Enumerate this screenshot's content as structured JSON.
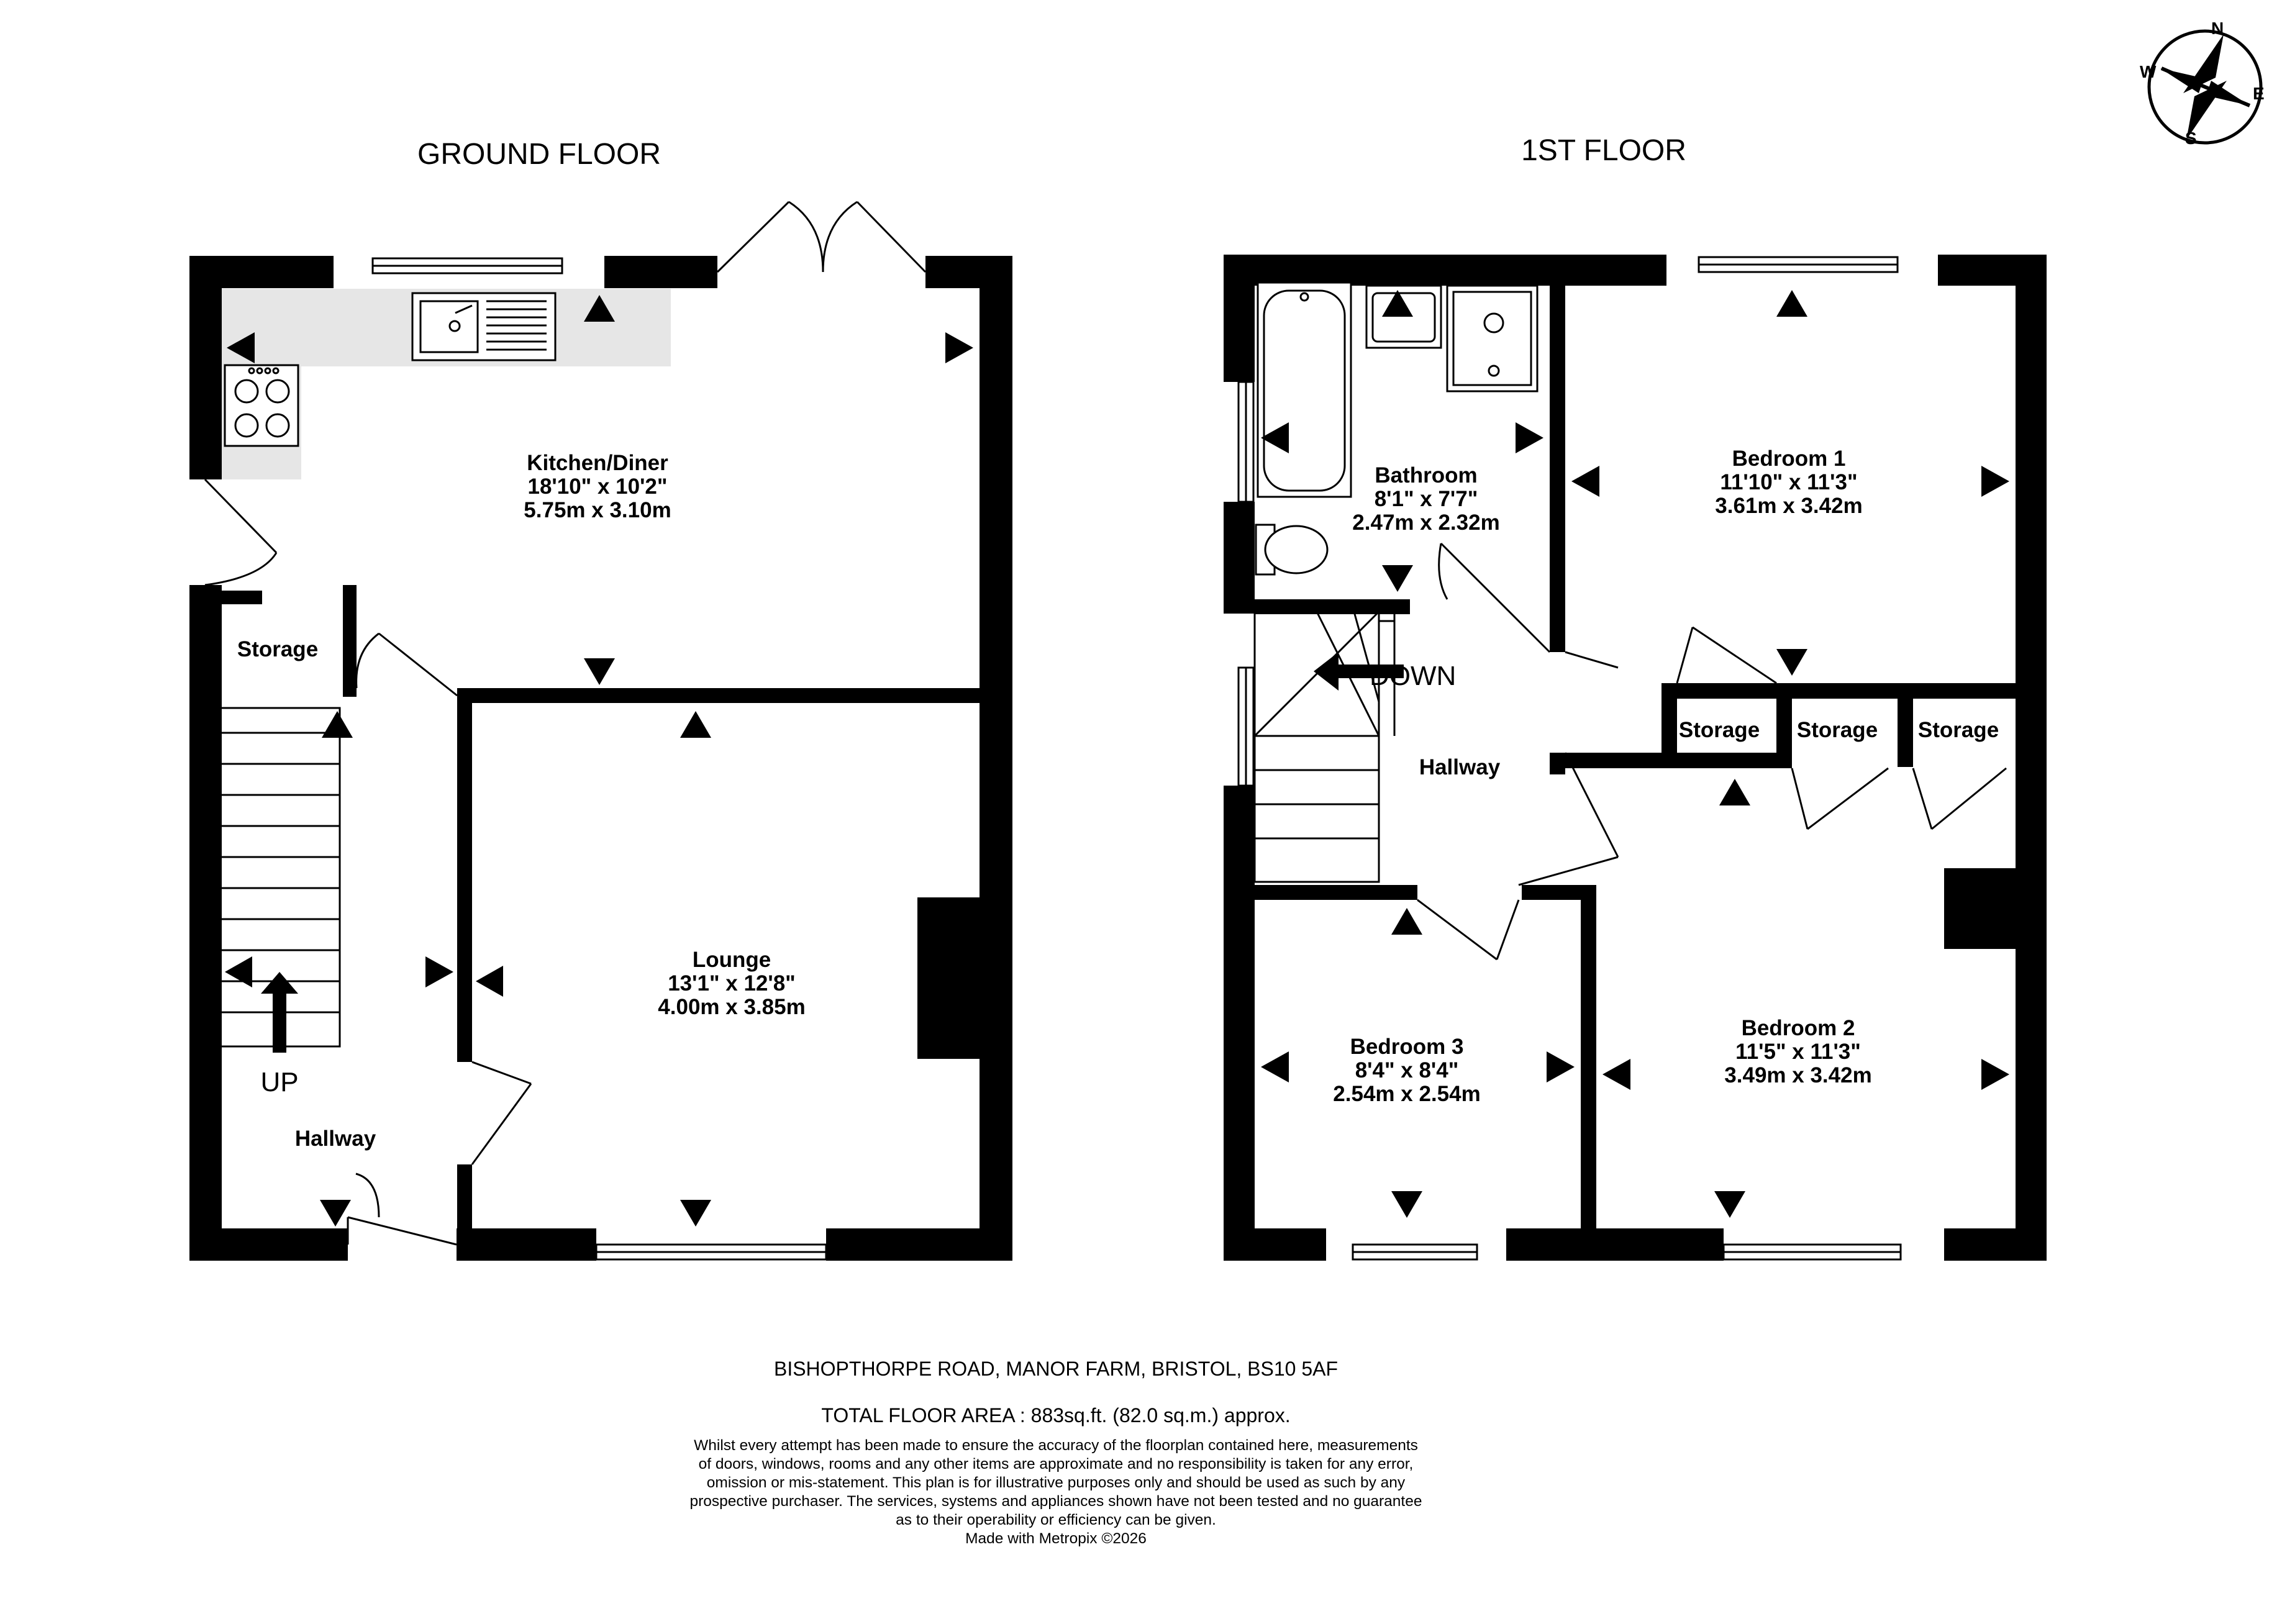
{
  "ground_floor": {
    "title": "GROUND FLOOR",
    "kitchen": {
      "name": "Kitchen/Diner",
      "dim_imperial": "18'10\"  x 10'2\"",
      "dim_metric": "5.75m  x 3.10m"
    },
    "lounge": {
      "name": "Lounge",
      "dim_imperial": "13'1\"  x 12'8\"",
      "dim_metric": "4.00m  x 3.85m"
    },
    "storage": {
      "name": "Storage"
    },
    "hallway": {
      "name": "Hallway"
    },
    "stairs_label": "UP"
  },
  "first_floor": {
    "title": "1ST FLOOR",
    "bathroom": {
      "name": "Bathroom",
      "dim_imperial": "8'1\"  x 7'7\"",
      "dim_metric": "2.47m  x 2.32m"
    },
    "bedroom1": {
      "name": "Bedroom 1",
      "dim_imperial": "11'10\"  x 11'3\"",
      "dim_metric": "3.61m  x 3.42m"
    },
    "bedroom2": {
      "name": "Bedroom 2",
      "dim_imperial": "11'5\"  x 11'3\"",
      "dim_metric": "3.49m  x 3.42m"
    },
    "bedroom3": {
      "name": "Bedroom 3",
      "dim_imperial": "8'4\"  x 8'4\"",
      "dim_metric": "2.54m  x 2.54m"
    },
    "storage_1": {
      "name": "Storage"
    },
    "storage_2": {
      "name": "Storage"
    },
    "storage_3": {
      "name": "Storage"
    },
    "hallway": {
      "name": "Hallway"
    },
    "stairs_label": "DOWN"
  },
  "compass": {
    "n": "N",
    "e": "E",
    "s": "S",
    "w": "W"
  },
  "footer": {
    "address": "BISHOPTHORPE ROAD, MANOR FARM, BRISTOL, BS10 5AF",
    "total_area": "TOTAL FLOOR AREA : 883sq.ft. (82.0 sq.m.) approx.",
    "disclaimer": [
      "Whilst every attempt has been made to ensure the accuracy of the floorplan contained here, measurements",
      "of doors, windows, rooms and any other items are approximate and no responsibility is taken for any error,",
      "omission or mis-statement. This plan is for illustrative purposes only and should be used as such by any",
      "prospective purchaser. The services, systems and appliances shown have not been tested and no guarantee",
      "as to their operability or efficiency can be given.",
      "Made with Metropix ©2026"
    ]
  },
  "colors": {
    "wall": "#000000",
    "worktop": "#e6e6e6",
    "background": "#ffffff"
  }
}
